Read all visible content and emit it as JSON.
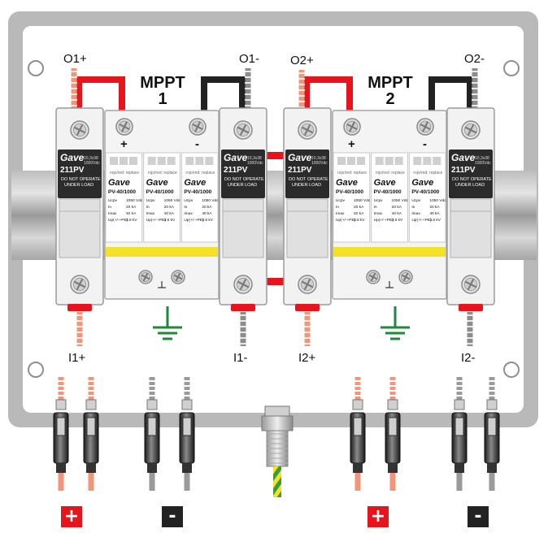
{
  "labels": {
    "o1p": "O1+",
    "o1m": "O1-",
    "o2p": "O2+",
    "o2m": "O2-",
    "i1p": "I1+",
    "i1m": "I1-",
    "i2p": "I2+",
    "i2m": "I2-"
  },
  "mppt1": {
    "title": "MPPT",
    "num": "1"
  },
  "mppt2": {
    "title": "MPPT",
    "num": "2"
  },
  "fuse": {
    "brand": "Gave",
    "model": "211PV",
    "rating_top": "10,3x38",
    "rating_bottom": "1000Vdc",
    "warn1": "DO NOT OPERATE",
    "warn2": "UNDER LOAD"
  },
  "spd": {
    "plus": "+",
    "minus": "-",
    "replace_text": "rojo/red: replace",
    "brand": "Gave",
    "model": "PV-40/1000",
    "spec_rows": [
      {
        "k": "Ucpv",
        "v": "1050 Vdc"
      },
      {
        "k": "In",
        "v": "20 kA"
      },
      {
        "k": "Imax",
        "v": "40 kA"
      },
      {
        "k": "Up(+/-+PE)",
        "v": "3.6 kV"
      }
    ]
  },
  "bottom_signs": {
    "plus": "+",
    "minus": "-"
  },
  "colors": {
    "red_wire": "#e8141b",
    "black_wire": "#222222",
    "salmon_wire": "#f0967a",
    "grey_wire": "#8c8c8c",
    "earth_green": "#1e8a3a",
    "yellow_stripe": "#f4e22a",
    "box_border": "#8f8f8f"
  }
}
